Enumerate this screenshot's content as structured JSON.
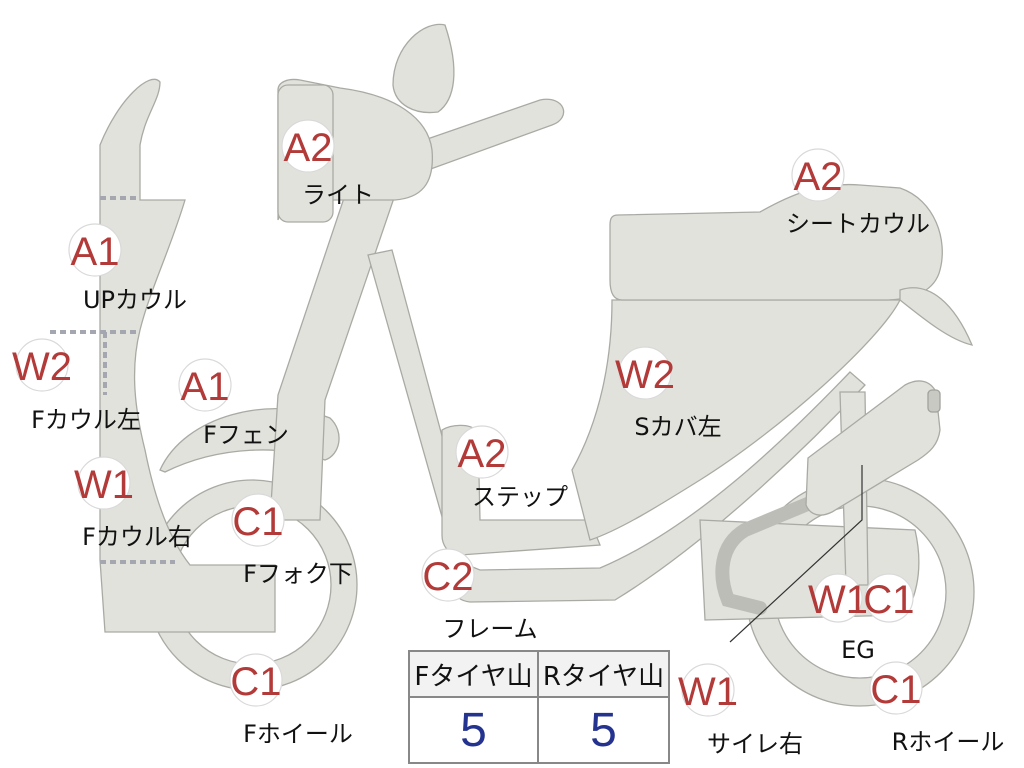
{
  "colors": {
    "part_fill": "#e2e2dd",
    "code_red": "#b23a38",
    "value_blue": "#23338f",
    "outline": "#aaaaa4"
  },
  "parts": [
    {
      "id": "light",
      "code": "A2",
      "label": "ライト"
    },
    {
      "id": "seat-cowl",
      "code": "A2",
      "label": "シートカウル"
    },
    {
      "id": "up-cowl",
      "code": "A1",
      "label": "UPカウル"
    },
    {
      "id": "f-cowl-left",
      "code": "W2",
      "label": "Fカウル左"
    },
    {
      "id": "f-fender",
      "code": "A1",
      "label": "Fフェン"
    },
    {
      "id": "s-cover-left",
      "code": "W2",
      "label": "Sカバ左"
    },
    {
      "id": "f-cowl-right",
      "code": "W1",
      "label": "Fカウル右"
    },
    {
      "id": "step",
      "code": "A2",
      "label": "ステップ"
    },
    {
      "id": "f-fork-lower",
      "code": "C1",
      "label": "Fフォク下"
    },
    {
      "id": "frame",
      "code": "C2",
      "label": "フレーム"
    },
    {
      "id": "eg-w",
      "code": "W1",
      "label": ""
    },
    {
      "id": "eg-c",
      "code": "C1",
      "label": "EG"
    },
    {
      "id": "f-wheel",
      "code": "C1",
      "label": "Fホイール"
    },
    {
      "id": "muffler-right",
      "code": "W1",
      "label": "サイレ右"
    },
    {
      "id": "r-wheel",
      "code": "C1",
      "label": "Rホイール"
    }
  ],
  "tire_table": {
    "headers": [
      "Fタイヤ山",
      "Rタイヤ山"
    ],
    "values": [
      "5",
      "5"
    ]
  }
}
